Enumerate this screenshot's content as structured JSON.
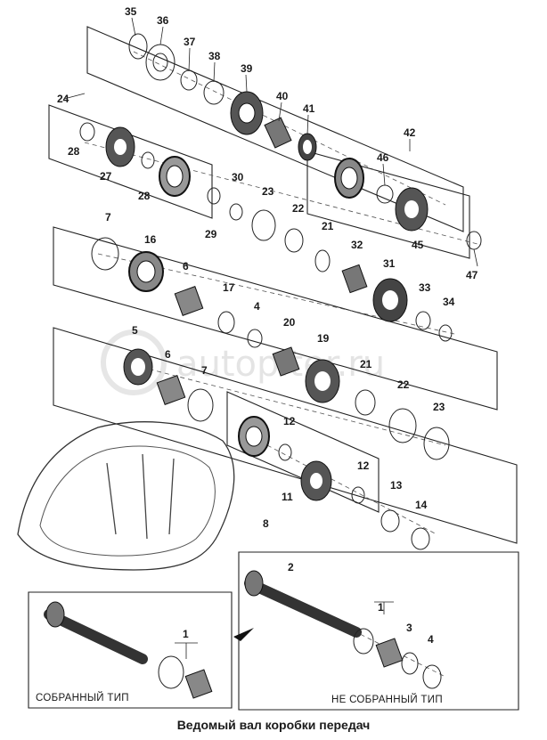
{
  "diagram": {
    "caption": "Ведомый вал коробки передач",
    "watermark": "autopiter.ru",
    "assembled_label": "СОБРАННЫЙ ТИП",
    "unassembled_label": "НЕ СОБРАННЫЙ ТИП",
    "callouts": [
      "35",
      "36",
      "37",
      "38",
      "39",
      "40",
      "41",
      "42",
      "24",
      "28",
      "27",
      "28",
      "46",
      "45",
      "47",
      "30",
      "23",
      "22",
      "29",
      "21",
      "7",
      "16",
      "6",
      "17",
      "4",
      "20",
      "32",
      "31",
      "33",
      "34",
      "5",
      "6",
      "7",
      "19",
      "21",
      "22",
      "23",
      "12",
      "11",
      "12",
      "13",
      "14",
      "8",
      "2",
      "1",
      "3",
      "4",
      "1"
    ]
  }
}
